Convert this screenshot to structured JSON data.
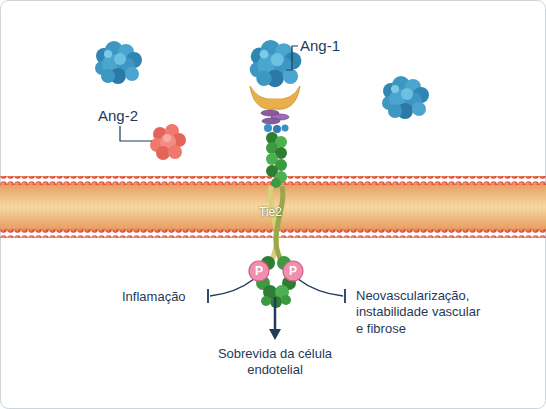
{
  "diagram": {
    "nodes": [
      {
        "text": [
          "P"
        ]
      },
      {
        "text": [
          "P"
        ]
      }
    ],
    "labels": [
      "Ang-1",
      "Ang-2",
      "Tie2",
      "Inflamação",
      "Neovascularização, instabilidade vascular e fibrose",
      "Sobrevida da célula endotelial"
    ]
  }
}
